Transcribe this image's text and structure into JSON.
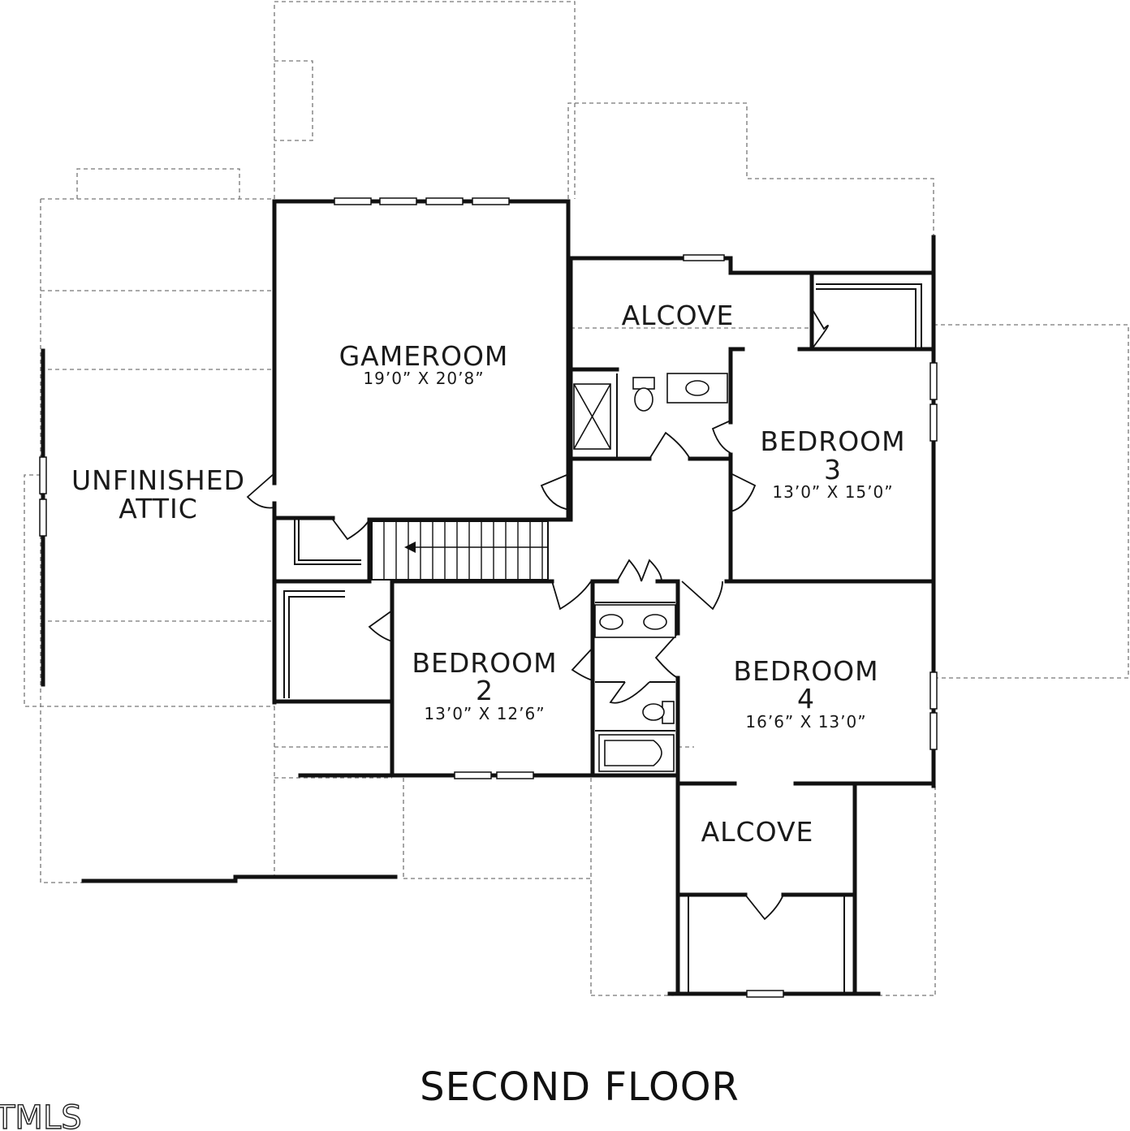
{
  "rooms": {
    "gameroom": {
      "name": "GAMEROOM",
      "dim": "19’0” X 20’8”"
    },
    "unfinished_attic": {
      "line1": "UNFINISHED",
      "line2": "ATTIC"
    },
    "alcove_upper": {
      "name": "ALCOVE"
    },
    "bedroom3": {
      "name": "BEDROOM",
      "number": "3",
      "dim": "13’0” X 15’0”"
    },
    "bedroom2": {
      "name": "BEDROOM",
      "number": "2",
      "dim": "13’0” X 12’6”"
    },
    "bedroom4": {
      "name": "BEDROOM",
      "number": "4",
      "dim": "16’6” X 13’0”"
    },
    "alcove_lower": {
      "name": "ALCOVE"
    }
  },
  "floor_title": "SECOND FLOOR",
  "watermark": "TMLS"
}
